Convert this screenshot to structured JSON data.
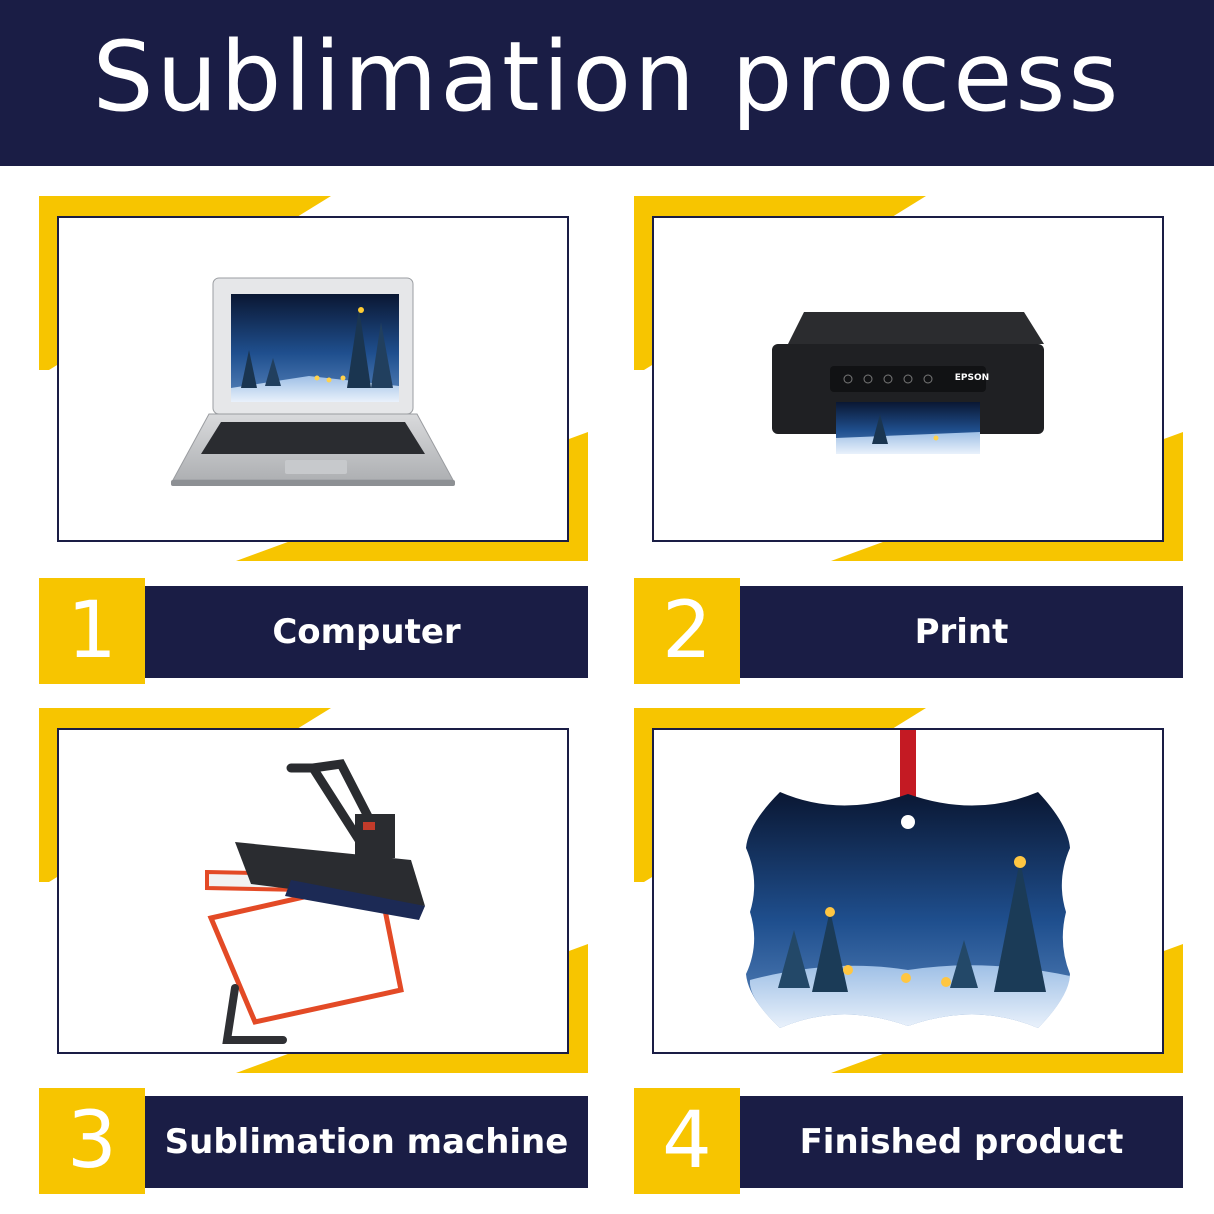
{
  "title": "Sublimation process",
  "colors": {
    "navy": "#1a1d45",
    "accent": "#f7c500"
  },
  "steps": [
    {
      "number": "1",
      "label": "Computer",
      "image": "laptop-image"
    },
    {
      "number": "2",
      "label": "Print",
      "image": "printer-image"
    },
    {
      "number": "3",
      "label": "Sublimation machine",
      "image": "heat-press-image"
    },
    {
      "number": "4",
      "label": "Finished product",
      "image": "ornament-image"
    }
  ],
  "printer": {
    "brand": "EPSON"
  }
}
